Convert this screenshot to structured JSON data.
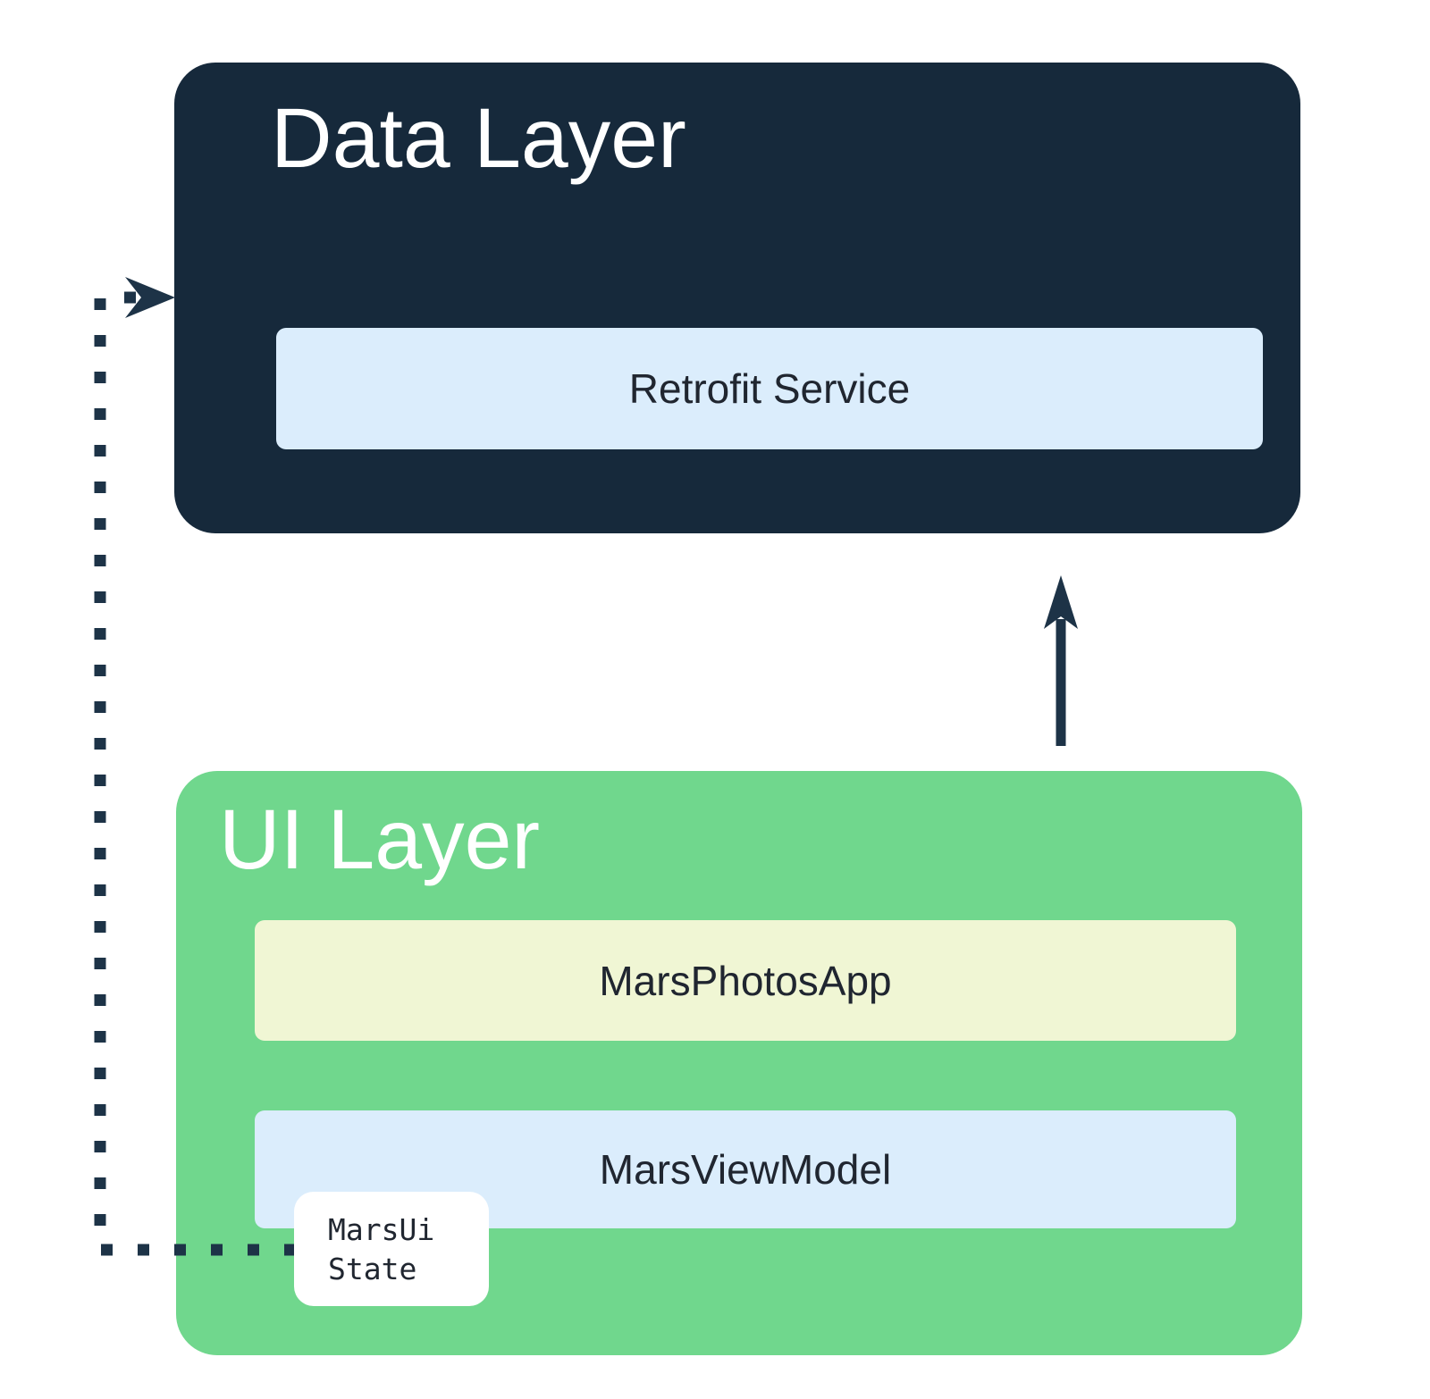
{
  "colors": {
    "canvas": "#ffffff",
    "navy": "#16293b",
    "green": "#70d78d",
    "light_blue": "#dbedfc",
    "pale_yellow": "#f0f6d4",
    "badge_bg": "#ffffff",
    "title_text": "#ffffff",
    "label_text": "#202630",
    "connector": "#1d3347"
  },
  "data_layer": {
    "title": "Data Layer",
    "items": [
      {
        "label": "Retrofit Service"
      }
    ]
  },
  "ui_layer": {
    "title": "UI Layer",
    "items": [
      {
        "label": "MarsPhotosApp"
      },
      {
        "label": "MarsViewModel"
      }
    ],
    "state_badge": {
      "line1": "MarsUi",
      "line2": "State"
    }
  },
  "connectors": {
    "solid_arrow": "MarsViewModel requests data: UI Layer to Data Layer",
    "dotted_arrow": "MarsUi State flow: MarsUiState to Data Layer"
  }
}
